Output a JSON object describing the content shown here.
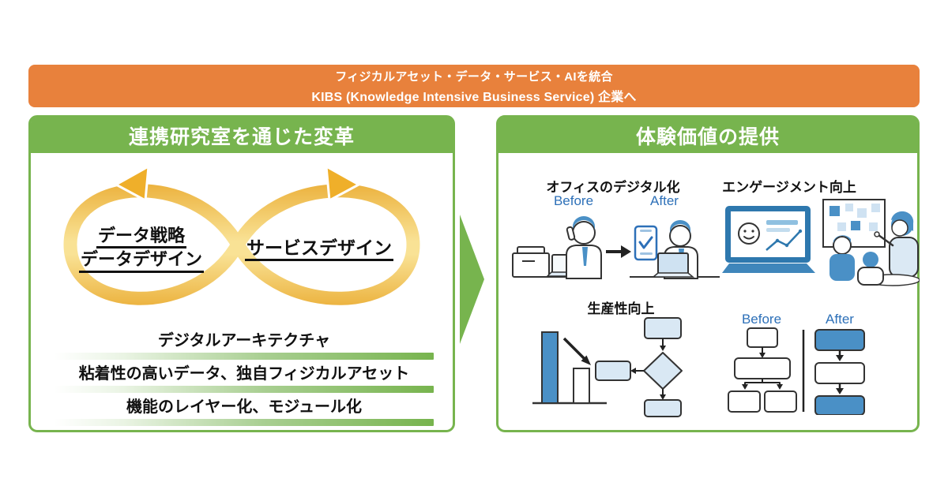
{
  "banner": {
    "line1": "フィジカルアセット・データ・サービス・AIを統合",
    "line2": "KIBS (Knowledge Intensive Business Service) 企業へ"
  },
  "left_panel": {
    "title": "連携研究室を通じた変革",
    "loop": {
      "left_line1": "データ戦略",
      "left_line2": "データデザイン",
      "right_label": "サービスデザイン"
    },
    "foundations": [
      "デジタルアーキテクチャ",
      "粘着性の高いデータ、独自フィジカルアセット",
      "機能のレイヤー化、モジュール化"
    ]
  },
  "right_panel": {
    "title": "体験価値の提供",
    "quadrants": {
      "office": {
        "title": "オフィスのデジタル化",
        "before": "Before",
        "after": "After"
      },
      "engagement": {
        "title": "エンゲージメント向上"
      },
      "productivity": {
        "title": "生産性向上"
      },
      "process": {
        "before": "Before",
        "after": "After"
      }
    }
  },
  "colors": {
    "banner_orange": "#e8813c",
    "panel_green": "#77b44e",
    "loop_gold": "#efb22b",
    "illustration_blue": "#4a90c6",
    "illustration_light_blue": "#d9e8f4",
    "before_after_blue": "#2d70b8",
    "text_black": "#1a1a1a"
  }
}
